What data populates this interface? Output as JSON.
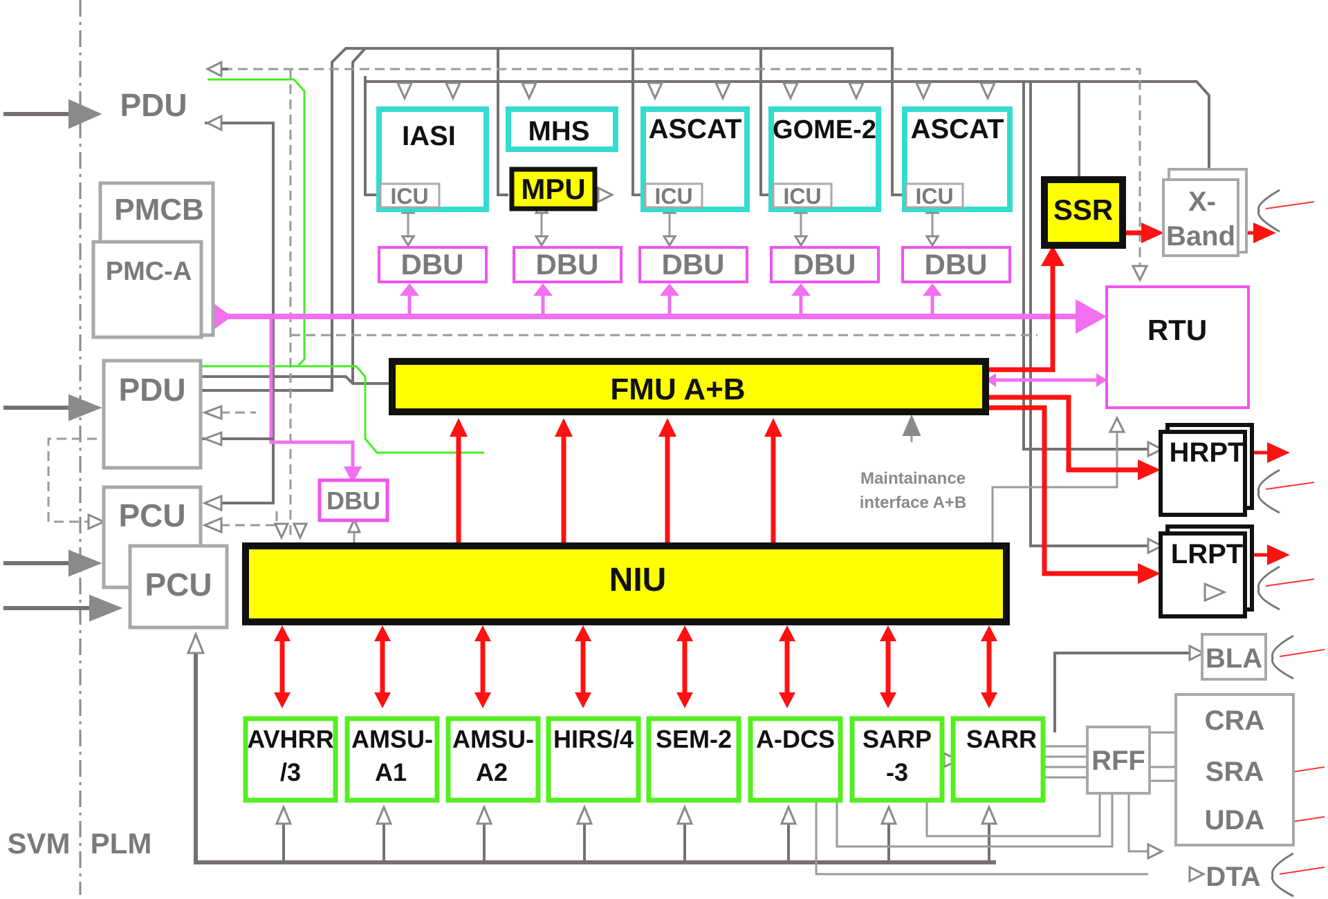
{
  "sides": {
    "left": "SVM",
    "right": "PLM"
  },
  "power": {
    "pdu_top": "PDU",
    "pmcb": "PMCB",
    "pmca": "PMC-A",
    "pdu_mid": "PDU",
    "pcu_a": "PCU",
    "pcu_b": "PCU"
  },
  "instruments_top": [
    {
      "name": "IASI",
      "sub": "ICU",
      "dbu": "DBU"
    },
    {
      "name": "MHS",
      "sub": "MPU",
      "dbu": "DBU"
    },
    {
      "name": "ASCAT",
      "sub": "ICU",
      "dbu": "DBU"
    },
    {
      "name": "GOME-2",
      "sub": "ICU",
      "dbu": "DBU"
    },
    {
      "name": "ASCAT",
      "sub": "ICU",
      "dbu": "DBU"
    }
  ],
  "buses": {
    "fmu": "FMU A+B",
    "niu": "NIU",
    "dbu_niu": "DBU"
  },
  "maintenance": {
    "line1": "Maintainance",
    "line2": "interface A+B"
  },
  "instruments_bottom": [
    {
      "l1": "AVHRR",
      "l2": "/3"
    },
    {
      "l1": "AMSU-",
      "l2": "A1"
    },
    {
      "l1": "AMSU-",
      "l2": "A2"
    },
    {
      "l1": "HIRS/4",
      "l2": ""
    },
    {
      "l1": "SEM-2",
      "l2": ""
    },
    {
      "l1": "A-DCS",
      "l2": ""
    },
    {
      "l1": "SARP",
      "l2": "-3"
    },
    {
      "l1": "SARR",
      "l2": ""
    }
  ],
  "right_units": {
    "ssr": "SSR",
    "xband_1": "X-",
    "xband_2": "Band",
    "rtu": "RTU",
    "hrpt": "HRPT",
    "lrpt": "LRPT",
    "rff": "RFF",
    "bla": "BLA",
    "cra": "CRA",
    "sra": "SRA",
    "uda": "UDA",
    "dta": "DTA"
  }
}
